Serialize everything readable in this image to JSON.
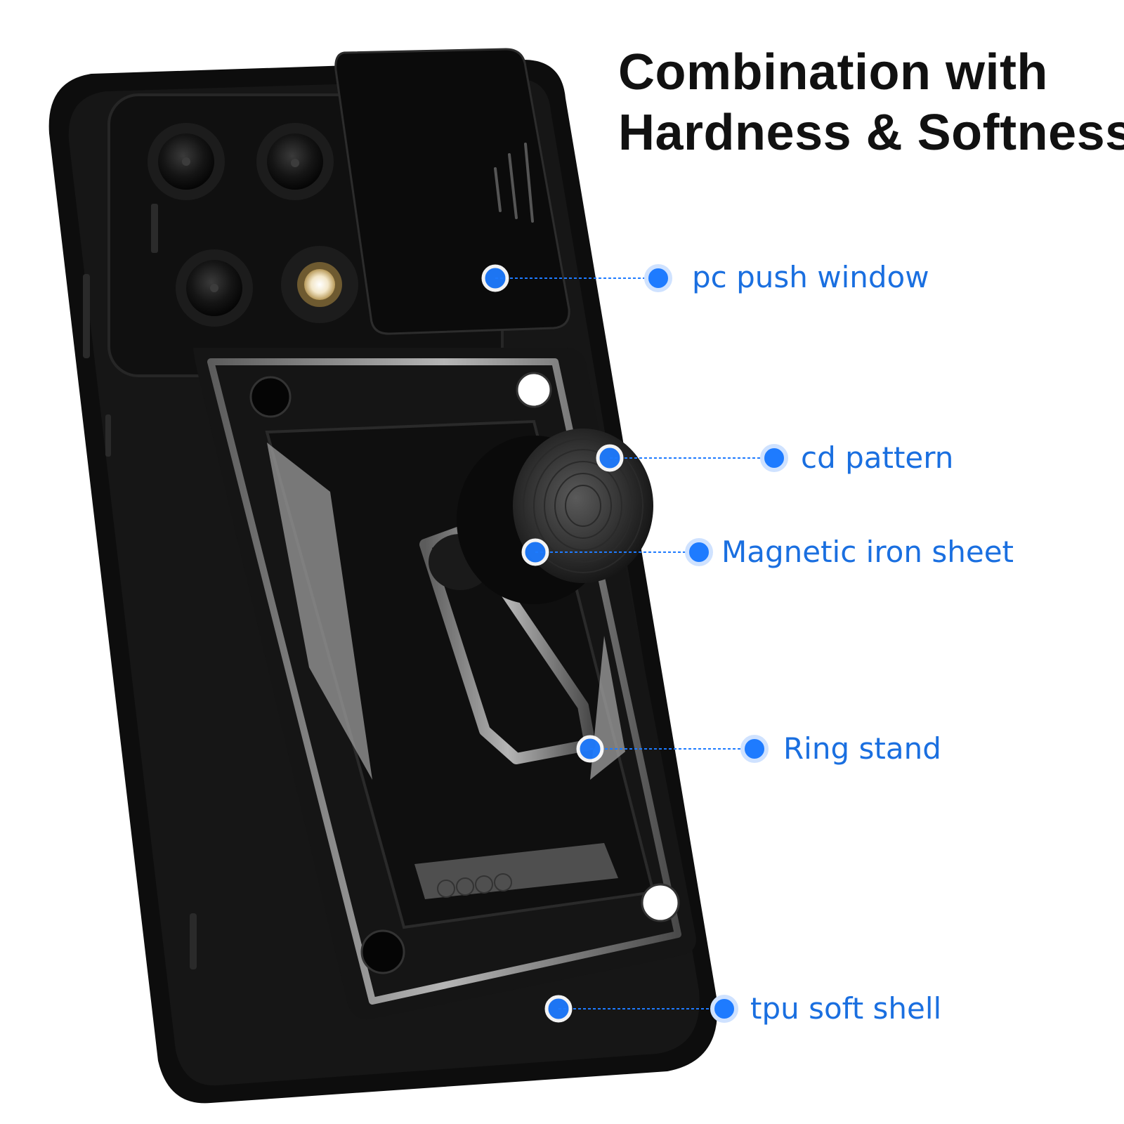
{
  "headline": {
    "line1": "Combination with",
    "line2": "Hardness & Softness"
  },
  "callouts": [
    {
      "id": "pc-push-window",
      "label": "pc push window"
    },
    {
      "id": "cd-pattern",
      "label": "cd pattern"
    },
    {
      "id": "magnetic-iron-sheet",
      "label": "Magnetic iron sheet"
    },
    {
      "id": "ring-stand",
      "label": "Ring stand"
    },
    {
      "id": "tpu-soft-shell",
      "label": "tpu soft shell"
    }
  ],
  "colors": {
    "background": "#ffffff",
    "headline": "#111111",
    "callout_text": "#1a6fe0",
    "callout_dot": "#1e7bff",
    "case_body": "#111111",
    "case_metal": "#8a8a8a"
  },
  "icons": [
    "camera-lens-icon",
    "flash-icon",
    "slide-grip-icon",
    "ring-stand-icon",
    "cd-magnet-disc-icon"
  ]
}
